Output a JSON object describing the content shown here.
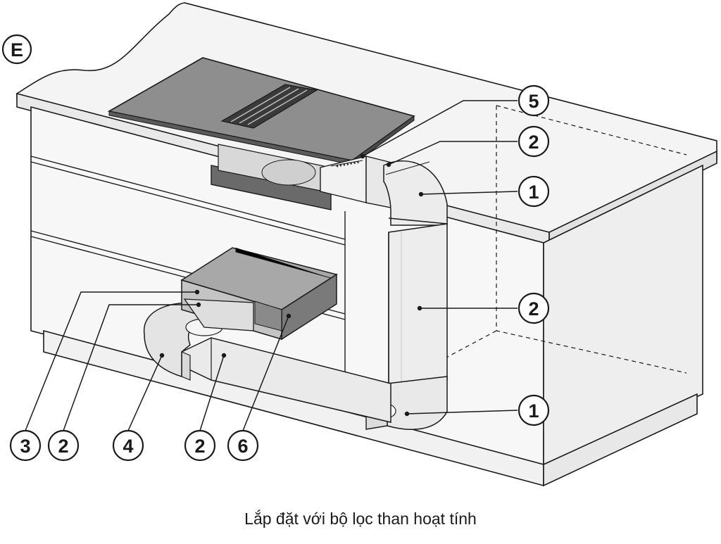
{
  "figure": {
    "view_label": "E",
    "caption": "Lắp đặt với bộ lọc than hoạt tính"
  },
  "callouts": {
    "right": [
      "5",
      "2",
      "1",
      "2",
      "1"
    ],
    "bottom": [
      "3",
      "2",
      "4",
      "2",
      "6"
    ]
  },
  "colors": {
    "line": "#1a1a1a",
    "cabinet": "#efefef",
    "duct": "#e6e6e6",
    "hob": "#8e8e8e",
    "filter_box": "#9a9a9a"
  }
}
